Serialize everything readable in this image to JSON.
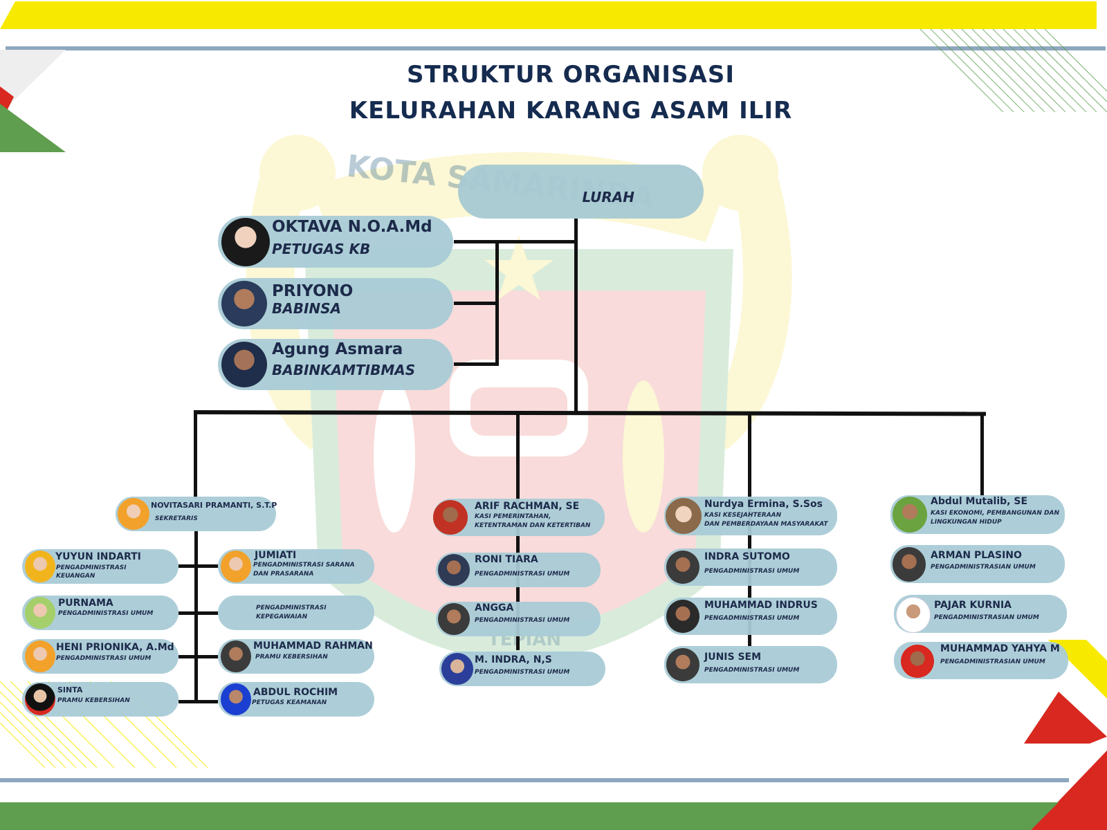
{
  "title": {
    "line1": "STRUKTUR ORGANISASI",
    "line2": "KELURAHAN KARANG ASAM ILIR"
  },
  "watermark": {
    "city": "KOTA SAMARINDA",
    "motto": "TEPIAN"
  },
  "lurah": {
    "title": "LURAH"
  },
  "top_staff": [
    {
      "name": "OKTAVA N.O.A.Md",
      "role": "PETUGAS KB"
    },
    {
      "name": "PRIYONO",
      "role": "BABINSA"
    },
    {
      "name": "Agung Asmara",
      "role": "BABINKAMTIBMAS"
    }
  ],
  "sekretaris": {
    "name": "NOVITASARI PRAMANTI, S.T.P",
    "role": "SEKRETARIS",
    "left_staff": [
      {
        "name": "YUYUN INDARTI",
        "role": "PENGADMINISTRASI\nKEUANGAN"
      },
      {
        "name": "PURNAMA",
        "role": "PENGADMINISTRASI UMUM"
      },
      {
        "name": "HENI PRIONIKA, A.Md",
        "role": "PENGADMINISTRASI UMUM"
      },
      {
        "name": "SINTA",
        "role": "PRAMU KEBERSIHAN"
      }
    ],
    "right_staff": [
      {
        "name": "JUMIATI",
        "role": "PENGADMINISTRASI SARANA\nDAN PRASARANA"
      },
      {
        "name": "",
        "role": "PENGADMINISTRASI\nKEPEGAWAIAN"
      },
      {
        "name": "MUHAMMAD RAHMAN",
        "role": "PRAMU KEBERSIHAN"
      },
      {
        "name": "ABDUL ROCHIM",
        "role": "PETUGAS KEAMANAN"
      }
    ]
  },
  "kasi_pemerintahan": {
    "name": "ARIF RACHMAN, SE",
    "role": "KASI PEMERINTAHAN,\nKETENTRAMAN DAN KETERTIBAN",
    "staff": [
      {
        "name": "RONI TIARA",
        "role": "PENGADMINISTRASI UMUM"
      },
      {
        "name": "ANGGA",
        "role": "PENGADMINISTRASI UMUM"
      },
      {
        "name": "M. INDRA, N,S",
        "role": "PENGADMINISTRASI UMUM"
      }
    ]
  },
  "kasi_kesejahteraan": {
    "name": "Nurdya Ermina, S.Sos",
    "role": "KASI KESEJAHTERAAN\nDAN PEMBERDAYAAN MASYARAKAT",
    "staff": [
      {
        "name": "INDRA SUTOMO",
        "role": "PENGADMINISTRASI UMUM"
      },
      {
        "name": "MUHAMMAD INDRUS",
        "role": "PENGADMINISTRASI UMUM"
      },
      {
        "name": "JUNIS SEM",
        "role": "PENGADMINISTRASI UMUM"
      }
    ]
  },
  "kasi_ekonomi": {
    "name": "Abdul Mutalib, SE",
    "role": "KASI EKONOMI, PEMBANGUNAN DAN\nLINGKUNGAN HIDUP",
    "staff": [
      {
        "name": "ARMAN PLASINO",
        "role": "PENGADMINISTRASIAN UMUM"
      },
      {
        "name": "PAJAR KURNIA",
        "role": "PENGADMINISTRASIAN UMUM"
      },
      {
        "name": "MUHAMMAD YAHYA M",
        "role": "PENGADMINISTRASIAN UMUM"
      }
    ]
  },
  "colors": {
    "card": "#a9cbd6",
    "title": "#152b4f",
    "yellow": "#f7ea00",
    "green": "#5f9d4f",
    "red": "#d8281f",
    "steel": "#8ea7bf"
  }
}
